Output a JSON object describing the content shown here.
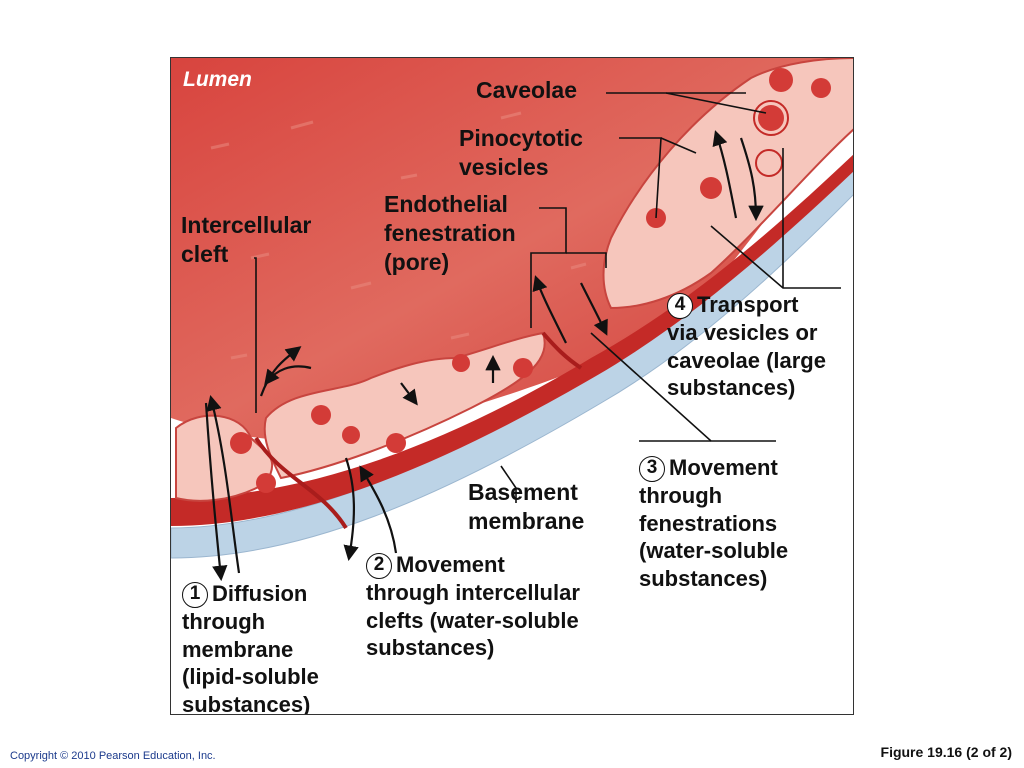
{
  "labels": {
    "lumen": "Lumen",
    "caveolae": "Caveolae",
    "pinocytotic": [
      "Pinocytotic",
      "vesicles"
    ],
    "endothelial": [
      "Endothelial",
      "fenestration",
      "(pore)"
    ],
    "intercellular": [
      "Intercellular",
      "cleft"
    ],
    "basement": [
      "Basement",
      "membrane"
    ]
  },
  "steps": [
    {
      "number": "1",
      "lines": [
        "Diffusion",
        "through",
        "membrane",
        "(lipid-soluble",
        "substances)"
      ]
    },
    {
      "number": "2",
      "lines": [
        "Movement",
        "through intercellular",
        "clefts (water-soluble",
        "substances)"
      ]
    },
    {
      "number": "3",
      "lines": [
        "Movement",
        "through",
        "fenestrations",
        "(water-soluble",
        "substances)"
      ]
    },
    {
      "number": "4",
      "lines": [
        "Transport",
        "via vesicles or",
        "caveolae (large",
        "substances)"
      ]
    }
  ],
  "footer": {
    "copyright": "Copyright © 2010 Pearson Education, Inc.",
    "caption": "Figure 19.16 (2 of 2)"
  },
  "colors": {
    "lumen": "#d9453f",
    "cell_fill": "#f6c6bc",
    "vesicle": "#d33b37",
    "basement_membrane": "#bcd3e6",
    "dark_red": "#b8211f"
  }
}
